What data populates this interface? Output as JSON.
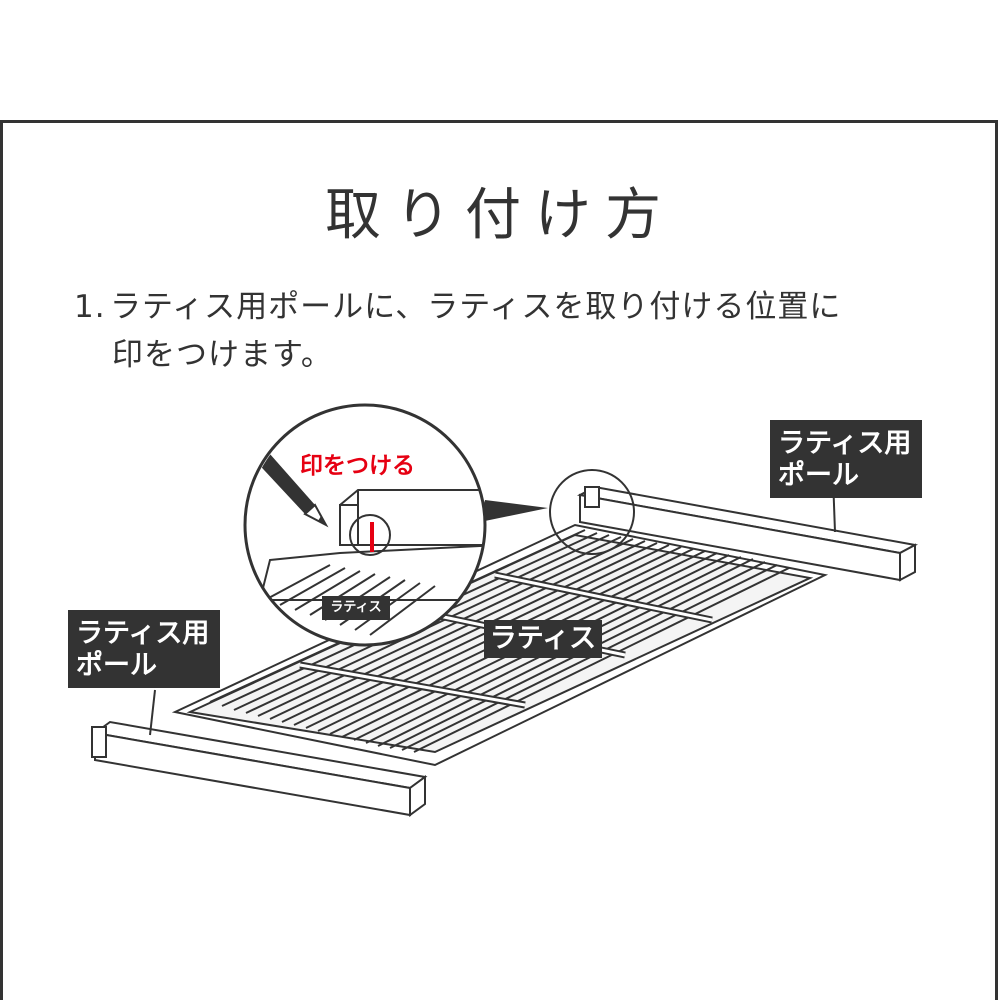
{
  "title": "取り付け方",
  "step": {
    "number": "1.",
    "line1": "ラティス用ポールに、ラティスを取り付ける位置に",
    "line2": "印をつけます。"
  },
  "labels": {
    "pole_right": [
      "ラティス用",
      "ポール"
    ],
    "pole_left": [
      "ラティス用",
      "ポール"
    ],
    "lattice": "ラティス",
    "lattice_zoom": "ラティス",
    "mark": "印をつける"
  },
  "colors": {
    "text": "#333333",
    "label_bg": "#333333",
    "mark": "#e60012"
  }
}
